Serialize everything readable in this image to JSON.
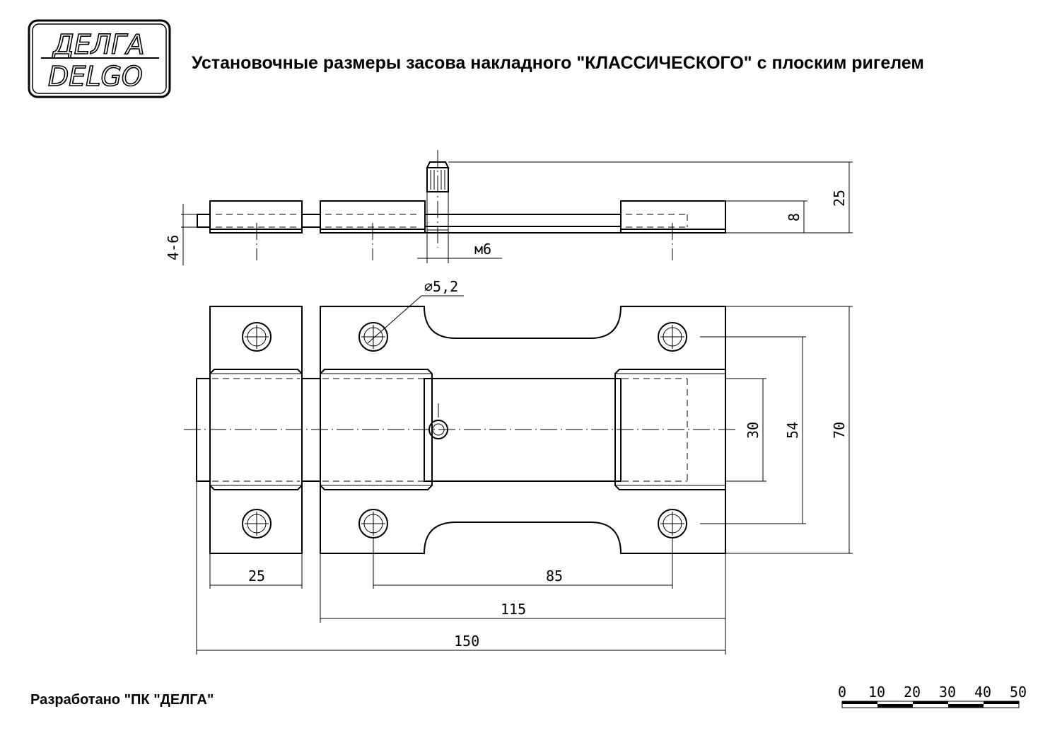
{
  "logo": {
    "line1": "ДЕЛГА",
    "line2": "DELGO"
  },
  "title": "Установочные размеры засова накладного \"КЛАССИЧЕСКОГО\" с плоским ригелем",
  "footer": "Разработано \"ПК \"ДЕЛГА\"",
  "dimensions": {
    "d_46": "4-6",
    "d_m6": "м6",
    "d_8": "8",
    "d_25h": "25",
    "d_hole": "⌀5,2",
    "d_30": "30",
    "d_54": "54",
    "d_70": "70",
    "d_25": "25",
    "d_85": "85",
    "d_115": "115",
    "d_150": "150"
  },
  "scale": {
    "labels": [
      "0",
      "10",
      "20",
      "30",
      "40",
      "50"
    ]
  }
}
